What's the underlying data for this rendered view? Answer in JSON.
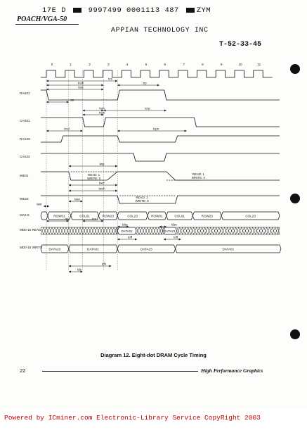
{
  "header": {
    "code_left": "17E D",
    "code_right": "9997499 0001113 487",
    "code_suffix": "ZYM",
    "product": "POACH/VGA-50",
    "company": "APPIAN TECHNOLOGY INC",
    "handwritten": "T-52-33-45"
  },
  "diagram": {
    "clock_ticks": [
      "0",
      "1",
      "2",
      "3",
      "4",
      "5",
      "6",
      "7",
      "8",
      "9",
      "10",
      "11"
    ],
    "signals": [
      "RAS01",
      "CAS01",
      "RAS23",
      "CAS23",
      "WE01",
      "WE23",
      "MA0-8",
      "MD0-15 READ",
      "MD0-15 WRITE"
    ],
    "timings": [
      "tcs",
      "tcah",
      "tras",
      "trp",
      "tar",
      "trsh",
      "tcas",
      "tcrp",
      "trcd",
      "tcpn",
      "twp",
      "twcr",
      "twch",
      "tasr",
      "tasc",
      "tra",
      "tca",
      "tdsc",
      "toff",
      "tds",
      "tdh"
    ],
    "we_notes": {
      "we01_mid": [
        "READ: 1",
        "WRITE: 0"
      ],
      "we01_right": [
        "READ: 1",
        "WRITE: 0"
      ],
      "we23": [
        "READ: 1",
        "WRITE: 0"
      ]
    },
    "ma_values": [
      "ROW01",
      "COL01",
      "ROW23",
      "COL23",
      "ROW01",
      "COL01",
      "ROW23",
      "COL23"
    ],
    "md_read_values": [
      "DATA01",
      "DATA23"
    ],
    "md_write_values": [
      "DATA23",
      "DATA01",
      "DATA23",
      "DATA01"
    ]
  },
  "caption": "Diagram 12. Eight-dot DRAM Cycle Timing",
  "footer": {
    "page_number": "22",
    "tagline": "High Performance Graphics"
  },
  "watermark": "Powered by ICminer.com Electronic-Library Service CopyRight 2003"
}
